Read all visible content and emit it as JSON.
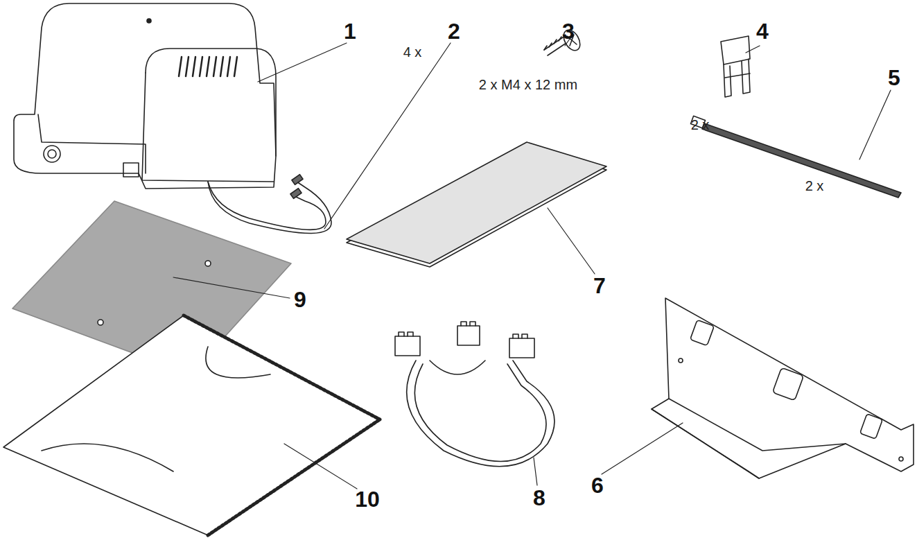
{
  "diagram": {
    "labels": [
      "1",
      "2",
      "3",
      "2 x M4 x 12 mm",
      "4",
      "2 x",
      "5",
      "4 x",
      "2 x",
      "7",
      "9",
      "8",
      "6",
      "10"
    ]
  }
}
